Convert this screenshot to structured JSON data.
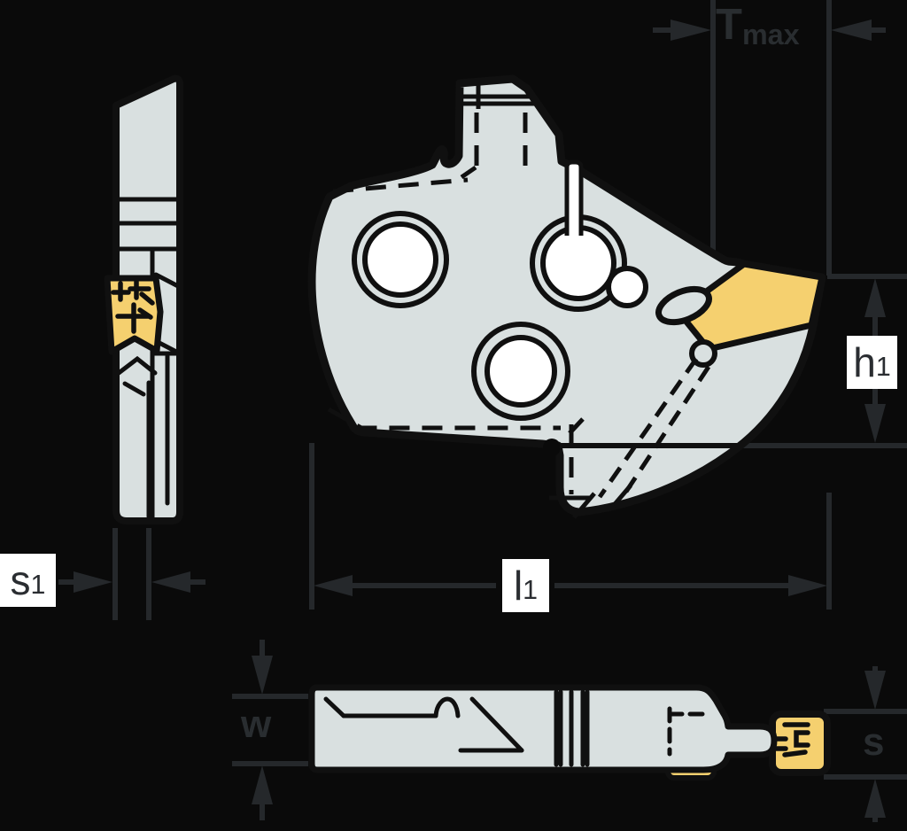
{
  "page": {
    "title": "Grooving tool engineering drawing",
    "kind": "technical-drawing"
  },
  "colors": {
    "background": "#0a0a0a",
    "dimension_lines": "#25282b",
    "dimension_text": "#292d30",
    "body_fill": "#d9e0e0",
    "outline": "#101010",
    "insert_fill": "#f5d06f",
    "hole_fill": "#ffffff",
    "label_box": "#ffffff",
    "label_text": "#2a2d31"
  },
  "dimensions": {
    "t_max": {
      "main": "T",
      "sub": "max"
    },
    "h1": {
      "main": "h",
      "sub": "1"
    },
    "s1": {
      "main": "s",
      "sub": "1"
    },
    "l1": {
      "main": "l",
      "sub": "1"
    },
    "w": {
      "main": "w",
      "sub": ""
    },
    "s": {
      "main": "s",
      "sub": ""
    }
  }
}
